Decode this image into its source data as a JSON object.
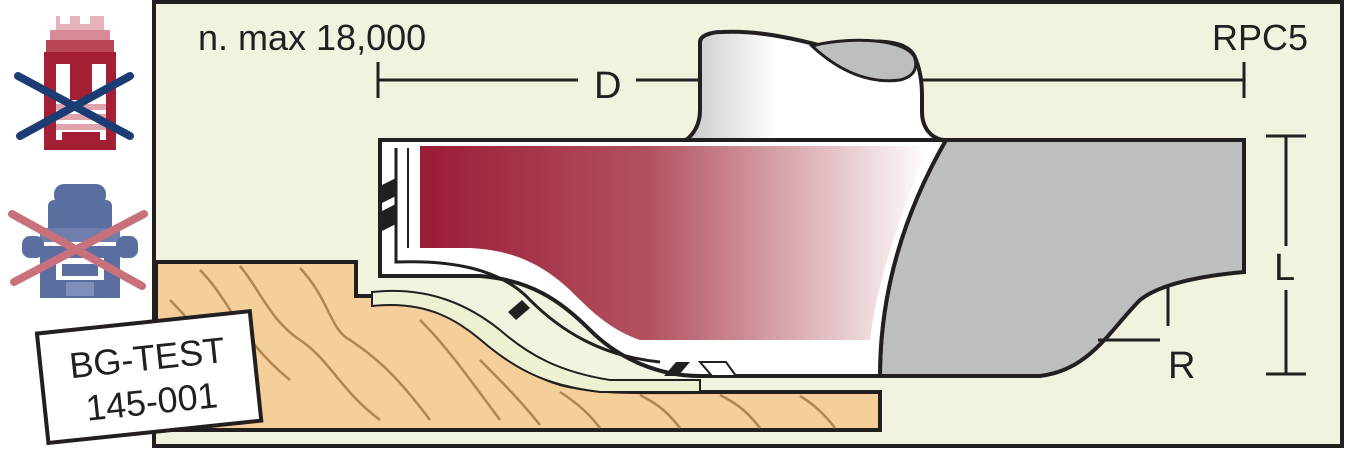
{
  "speed_label": "n. max 18,000",
  "model_code": "RPC5",
  "dimensions": {
    "diameter": "D",
    "length": "L",
    "radius": "R"
  },
  "certificate": {
    "line1": "BG-TEST",
    "line2": "145-001"
  },
  "icons": {
    "top": "no-hand-feed-machine-icon",
    "bottom": "no-router-machine-icon"
  },
  "colors": {
    "background": "#f2f2df",
    "cutter_red": "#9a1b35",
    "body_gray": "#bcbec0",
    "wood": "#f5cf99",
    "icon_red": "#a41e34",
    "icon_blue": "#5b6ea0"
  }
}
